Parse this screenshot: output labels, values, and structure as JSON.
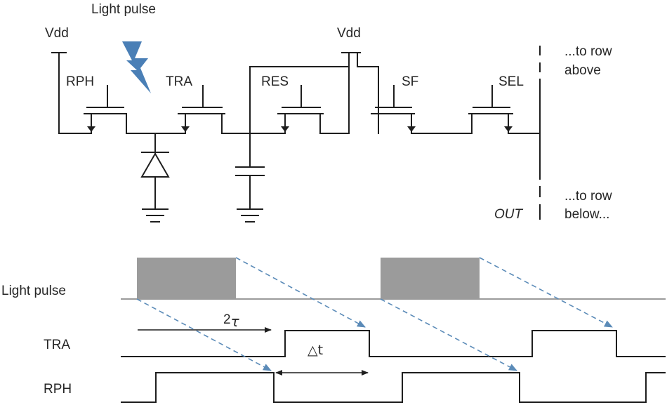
{
  "circuit": {
    "light_pulse_label": "Light pulse",
    "vdd_left": "Vdd",
    "vdd_right": "Vdd",
    "transistors": [
      "RPH",
      "TRA",
      "RES",
      "SF",
      "SEL"
    ],
    "row_above": [
      "...to row",
      "above"
    ],
    "row_below": [
      "...to row",
      "below..."
    ],
    "out_label": "OUT"
  },
  "timing": {
    "light_pulse_label": "Light pulse",
    "tra_label": "TRA",
    "rph_label": "RPH",
    "two_tau": "2",
    "tau": "τ",
    "delta_t": "△t"
  },
  "colors": {
    "pulse_fill": "#9b9b9b",
    "arrow_blue": "#5b8bb8",
    "lightning": "#4a7fb6"
  }
}
